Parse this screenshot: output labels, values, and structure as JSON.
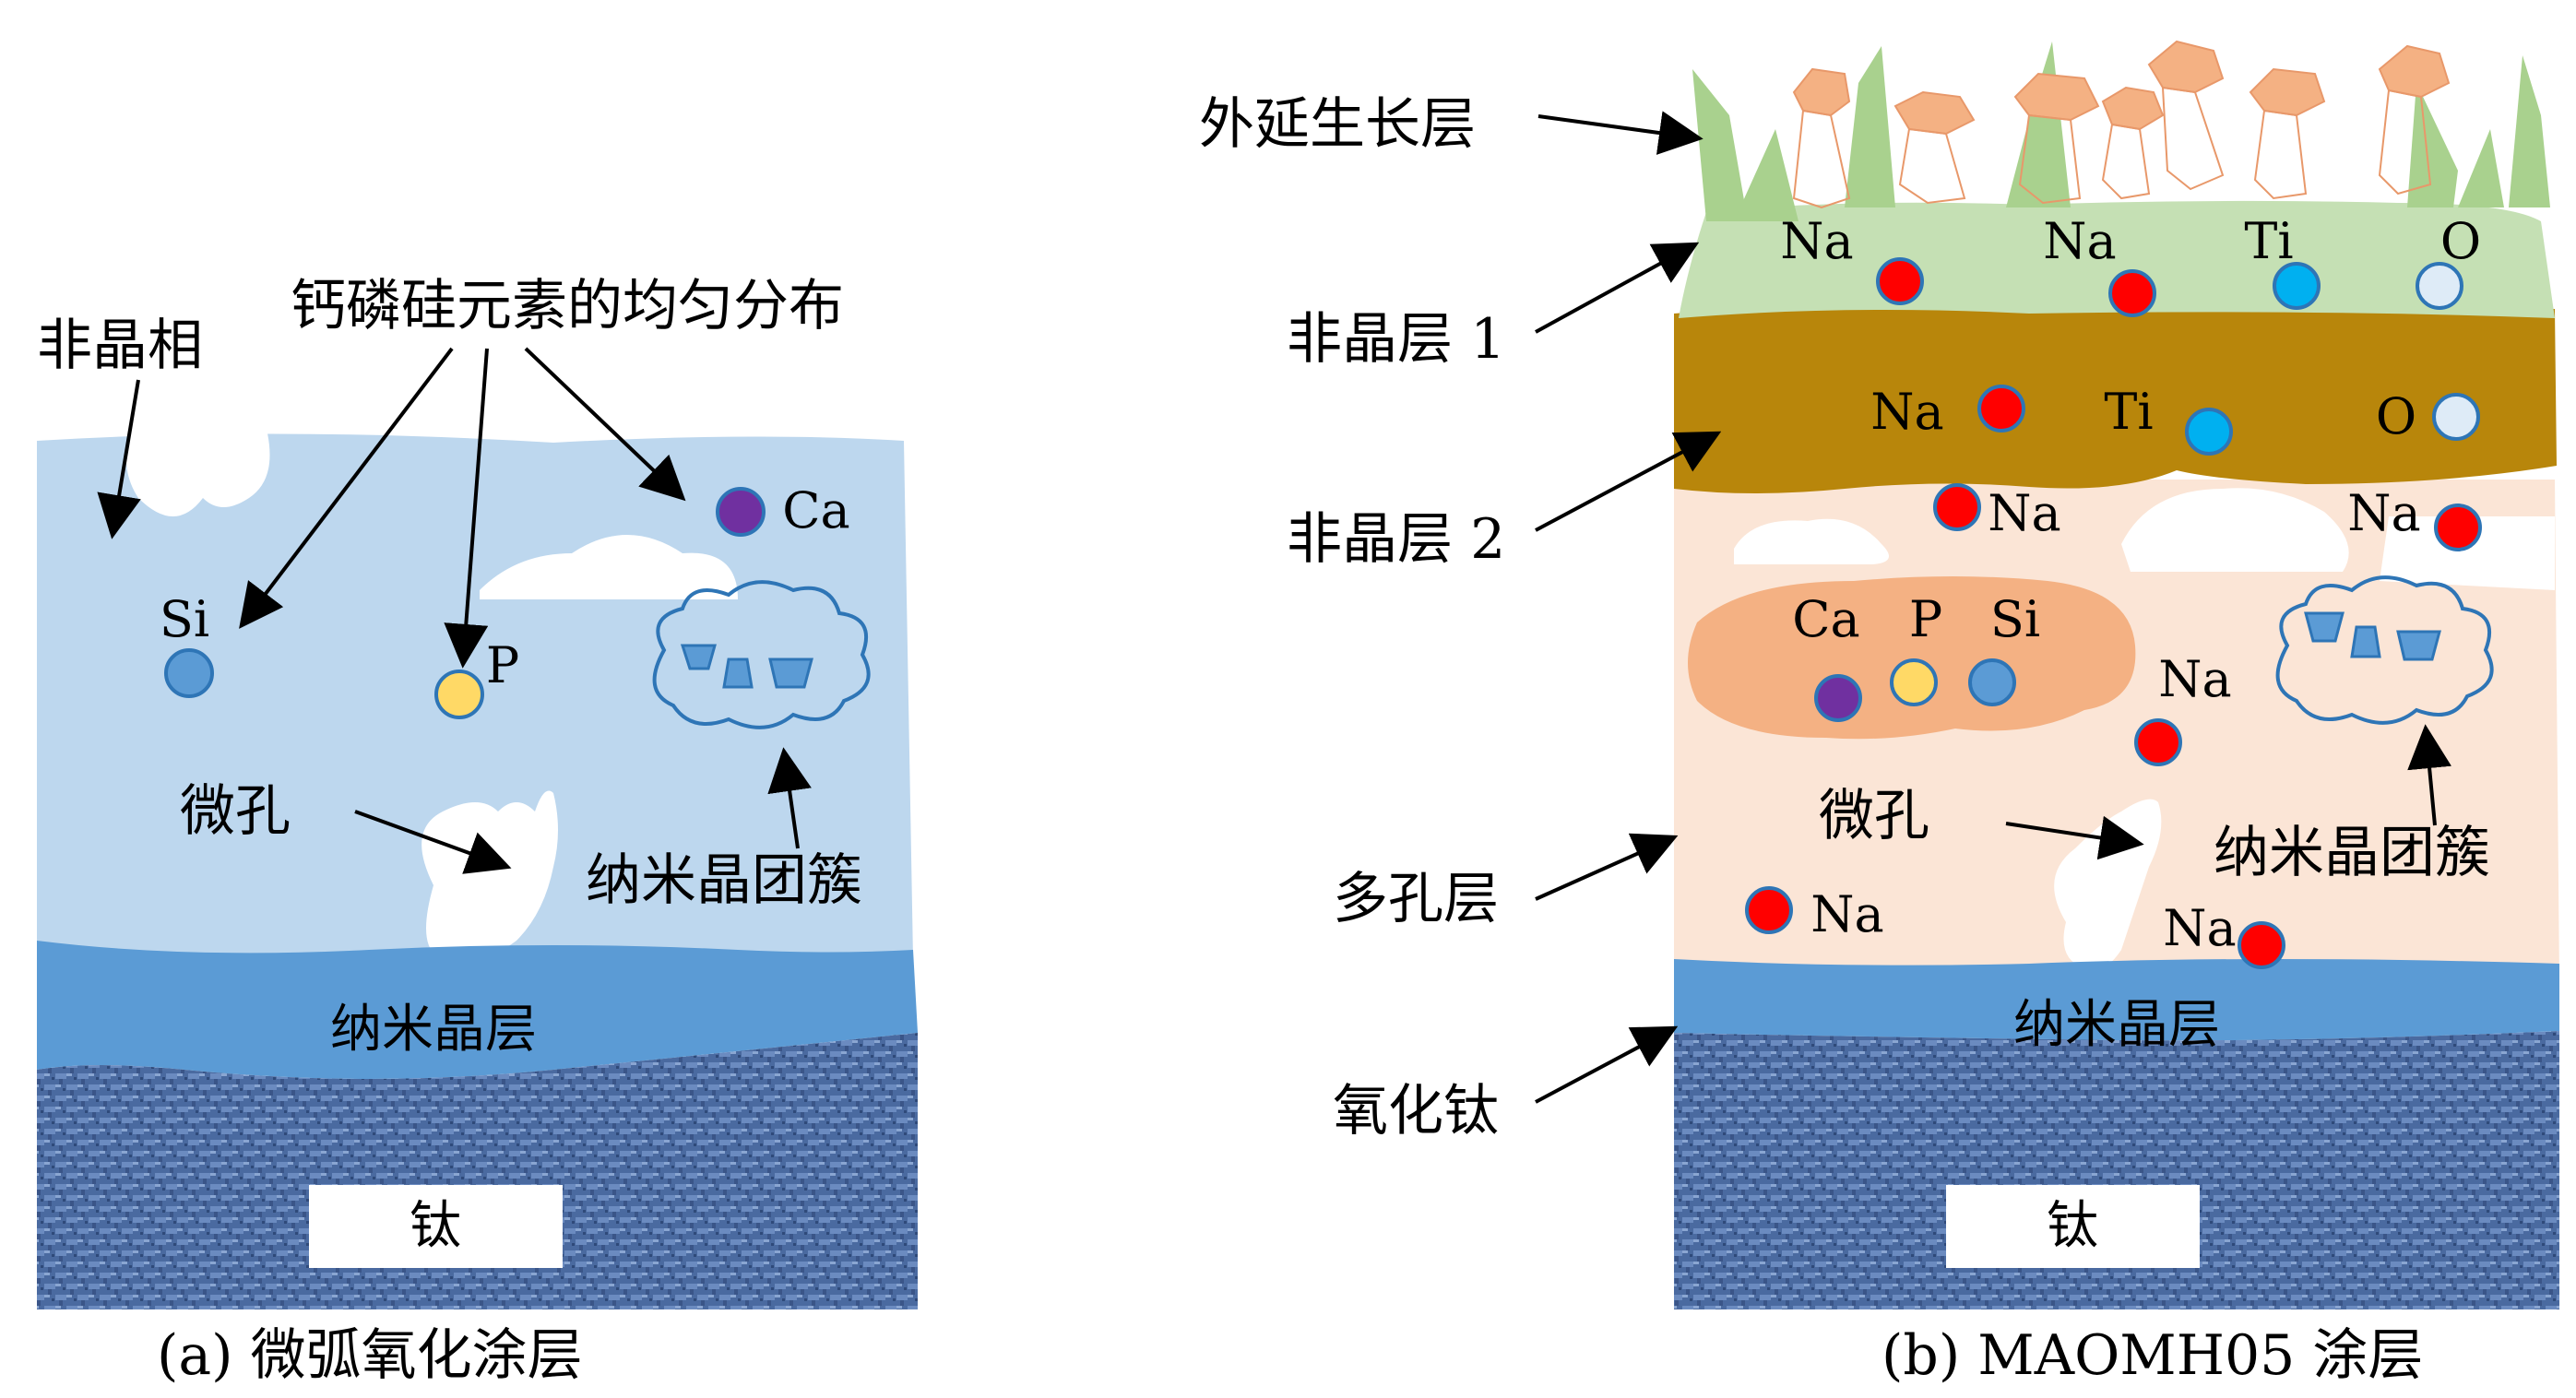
{
  "panel_a": {
    "caption": "(a) 微弧氧化涂层",
    "labels": {
      "amorphous_phase": "非晶相",
      "uniform_distribution": "钙磷硅元素的均匀分布",
      "micropore": "微孔",
      "nanocrystal_cluster": "纳米晶团簇",
      "nanocrystal_layer": "纳米晶层",
      "titanium": "钛"
    },
    "elements": {
      "si": "Si",
      "p": "P",
      "ca": "Ca"
    }
  },
  "panel_b": {
    "caption": "(b) MAOMH05 涂层",
    "labels": {
      "epitaxial_layer": "外延生长层",
      "amorphous_layer_1": "非晶层 1",
      "amorphous_layer_2": "非晶层 2",
      "porous_layer": "多孔层",
      "titanium_oxide": "氧化钛",
      "micropore": "微孔",
      "nanocrystal_cluster": "纳米晶团簇",
      "nanocrystal_layer": "纳米晶层",
      "titanium": "钛"
    },
    "elements": {
      "na": "Na",
      "ti": "Ti",
      "o": "O",
      "ca": "Ca",
      "p": "P",
      "si": "Si"
    }
  },
  "colors": {
    "coating_a": "#bdd7ee",
    "nanocrystal_layer": "#5b9bd5",
    "substrate": "#4a6aa0",
    "amorphous_1": "#c5e0b4",
    "amorphous_2": "#b8860b",
    "porous": "#fbe5d6",
    "ca_p_si_region": "#f4b183",
    "crystal_orange": "#f4b183",
    "crystal_green": "#a9d18e",
    "dot_na": "#ff0000",
    "dot_ti": "#00b0f0",
    "dot_o": "#deebf7",
    "dot_ca": "#7030a0",
    "dot_p": "#ffd966",
    "dot_si": "#5b9bd5"
  }
}
